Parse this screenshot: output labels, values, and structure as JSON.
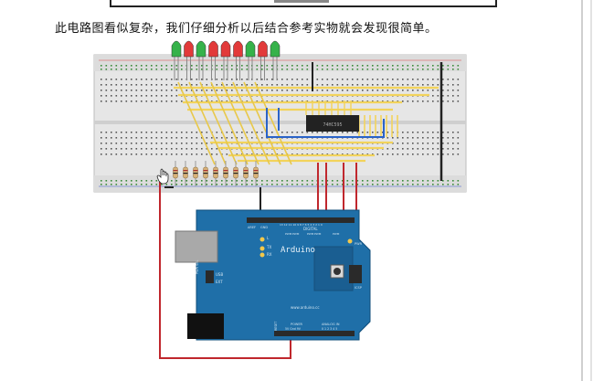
{
  "document": {
    "caption": "此电路图看似复杂，我们仔细分析以后结合参考实物就会发现很简单。"
  },
  "board": {
    "name": "Arduino",
    "url": "www.arduino.cc",
    "digital_label": "DIGITAL",
    "aref_label": "AREF",
    "gnd_label": "GND",
    "pwm_labels": [
      "PWM",
      "PWM",
      "PWM",
      "PWM",
      "PWM"
    ],
    "tx_label": "TX",
    "rx_label": "RX",
    "l_label": "L",
    "pwr_sel_label": "PWR SEL",
    "usb_label": "USB",
    "ext_label": "EXT",
    "icsp_label": "ICSP",
    "pwr_label": "PWR",
    "power_label": "POWER",
    "power_pins": "5V Gnd 9V",
    "analog_label": "ANALOG IN",
    "analog_pins": "0 1 2 3 4 5",
    "reset_label": "RESET",
    "digital_pins": "13 12 11 10 9 8 7 6 5 4 3 2 1 0"
  },
  "chip": {
    "label": "74HC595"
  },
  "colors": {
    "board_blue": "#1f6fa8",
    "wire_red": "#c0272d",
    "wire_yellow": "#f2d35b",
    "wire_black": "#222222",
    "wire_blue": "#2a63c8",
    "breadboard": "#e3e3e3",
    "led_red": "#e23a3a",
    "led_green": "#36b24a"
  },
  "icons": {
    "cursor": "hand-cursor-icon"
  }
}
